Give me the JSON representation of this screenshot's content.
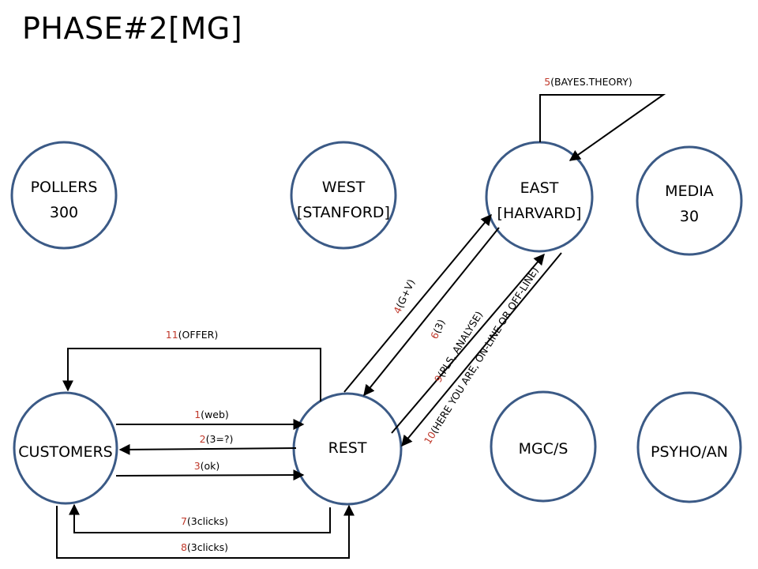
{
  "title": "PHASE#2[MG]",
  "nodes": {
    "pollers": [
      "POLLERS",
      "300"
    ],
    "west": [
      "WEST",
      "[STANFORD]"
    ],
    "east": [
      "EAST",
      "[HARVARD]"
    ],
    "media": [
      "MEDIA",
      "30"
    ],
    "customers": [
      "CUSTOMERS"
    ],
    "rest": [
      "REST"
    ],
    "mgcs": [
      "MGC/S"
    ],
    "psyho": [
      "PSYHO/AN"
    ]
  },
  "edges": [
    {
      "num": "1",
      "text": "(web)"
    },
    {
      "num": "2",
      "text": "(3=?)"
    },
    {
      "num": "3",
      "text": "(ok)"
    },
    {
      "num": "4",
      "text": "(G+V)"
    },
    {
      "num": "5",
      "text": "(BAYES.THEORY)"
    },
    {
      "num": "6",
      "text": "(3)"
    },
    {
      "num": "7",
      "text": "(3clicks)"
    },
    {
      "num": "8",
      "text": "(3clicks)"
    },
    {
      "num": "9",
      "text": "(PLS, ANALYSE)"
    },
    {
      "num": "10",
      "text": "(HERE YOU ARE, ON-LINE OR OFF-LINE)"
    },
    {
      "num": "11",
      "text": "(OFFER)"
    }
  ],
  "colors": {
    "node_stroke": "#3b5a86",
    "step_number": "#c0392b",
    "edge": "#000000"
  }
}
